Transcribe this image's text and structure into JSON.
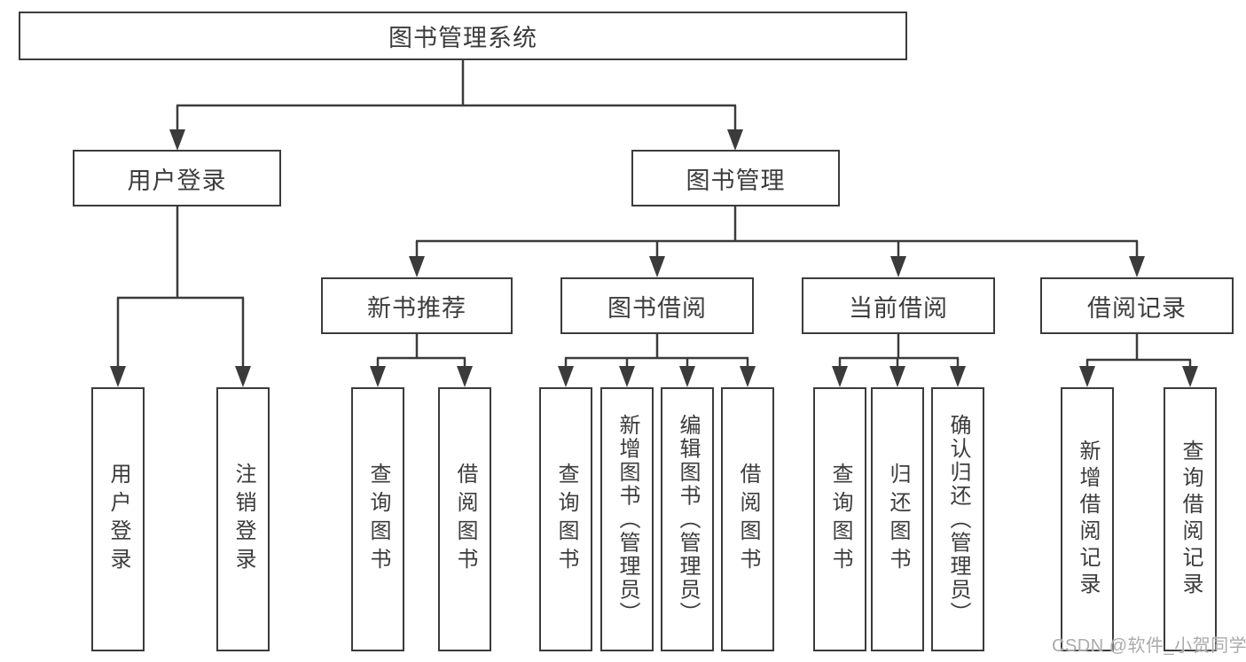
{
  "diagram_title": "图书管理系统",
  "tree": {
    "label": "图书管理系统",
    "children": [
      {
        "label": "用户登录",
        "children": [
          {
            "label": "用户登录"
          },
          {
            "label": "注销登录"
          }
        ]
      },
      {
        "label": "图书管理",
        "children": [
          {
            "label": "新书推荐",
            "children": [
              {
                "label": "查询图书"
              },
              {
                "label": "借阅图书"
              }
            ]
          },
          {
            "label": "图书借阅",
            "children": [
              {
                "label": "查询图书"
              },
              {
                "label": "新增图书（管理员）"
              },
              {
                "label": "编辑图书（管理员）"
              },
              {
                "label": "借阅图书"
              }
            ]
          },
          {
            "label": "当前借阅",
            "children": [
              {
                "label": "查询图书"
              },
              {
                "label": "归还图书"
              },
              {
                "label": "确认归还（管理员）"
              }
            ]
          },
          {
            "label": "借阅记录",
            "children": [
              {
                "label": "新增借阅记录"
              },
              {
                "label": "查询借阅记录"
              }
            ]
          }
        ]
      }
    ]
  },
  "watermark": {
    "text": "CSDN @软件_小贺同学"
  },
  "colors": {
    "line": "#3b3b3b",
    "text": "#3c3c3c",
    "box_background": "#ffffff",
    "watermark": "#ababab",
    "page_background": "#ffffff"
  }
}
